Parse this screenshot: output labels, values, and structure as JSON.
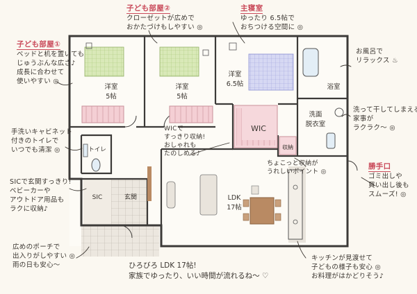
{
  "rooms": {
    "kids1": {
      "name": "洋室",
      "size": "5帖"
    },
    "kids2": {
      "name": "洋室",
      "size": "5帖"
    },
    "master": {
      "name": "洋室",
      "size": "6.5帖"
    },
    "bath": "浴室",
    "wash": {
      "name": "洗面",
      "name2": "脱衣室"
    },
    "wic": "WIC",
    "storage": "収納",
    "toilet": "トイレ",
    "sic": "SIC",
    "genkan": "玄関",
    "ldk": {
      "name": "LDK",
      "size": "17帖"
    }
  },
  "notes": {
    "kids1": {
      "title": "子ども部屋①",
      "lines": [
        "ベッドと机を置いても",
        "じゅうぶんな広さ♪",
        "成長に合わせて",
        "使いやすい ◎"
      ]
    },
    "kids2": {
      "title": "子ども部屋②",
      "lines": [
        "クローゼットが広めで",
        "おかたづけもしやすい ◎"
      ]
    },
    "master": {
      "title": "主寝室",
      "lines": [
        "ゆったり 6.5帖で",
        "おちつける空間に ◎"
      ]
    },
    "bath": {
      "lines": [
        "お風呂で",
        "リラックス ♨"
      ]
    },
    "laundry": {
      "lines": [
        "洗って干してしまえる!",
        "家事が",
        "ラクラク〜 ◎"
      ]
    },
    "toilet": {
      "lines": [
        "手洗いキャビネット",
        "付きのトイレで",
        "いつでも清潔 ◎"
      ]
    },
    "wic": {
      "lines": [
        "WICで",
        "すっきり収納!",
        "おしゃれも",
        "たのしめる♪"
      ]
    },
    "storage": {
      "lines": [
        "ちょこっと収納が",
        "うれしいポイント ◎"
      ]
    },
    "kitchen_door": {
      "title": "勝手口",
      "lines": [
        "ゴミ出しや",
        "買い出し後も",
        "スムーズ! ◎"
      ]
    },
    "sic": {
      "lines": [
        "SICで玄関すっきり!",
        "ベビーカーや",
        "アウトドア用品も",
        "ラクに収納♪"
      ]
    },
    "porch": {
      "lines": [
        "広めのポーチで",
        "出入りがしやすい ◎",
        "雨の日も安心〜"
      ]
    },
    "kitchen": {
      "lines": [
        "キッチンが見渡せて",
        "子どもの様子も安心 ◎",
        "お料理がはかどりそう♪"
      ]
    }
  },
  "caption": {
    "lines": [
      "ひろびろ LDK 17帖!",
      "家族でゆったり、いい時間が流れるね〜 ♡"
    ]
  },
  "colors": {
    "wall": "#3c3a38",
    "floor": "#fdfbf6",
    "closet": "#f2c9cf",
    "bed_green": "#cfe2a8",
    "bed_blue": "#c9cdee",
    "wood": "#b98a63",
    "tile": "#d9d4cc",
    "accent_red": "#c94a5a"
  }
}
